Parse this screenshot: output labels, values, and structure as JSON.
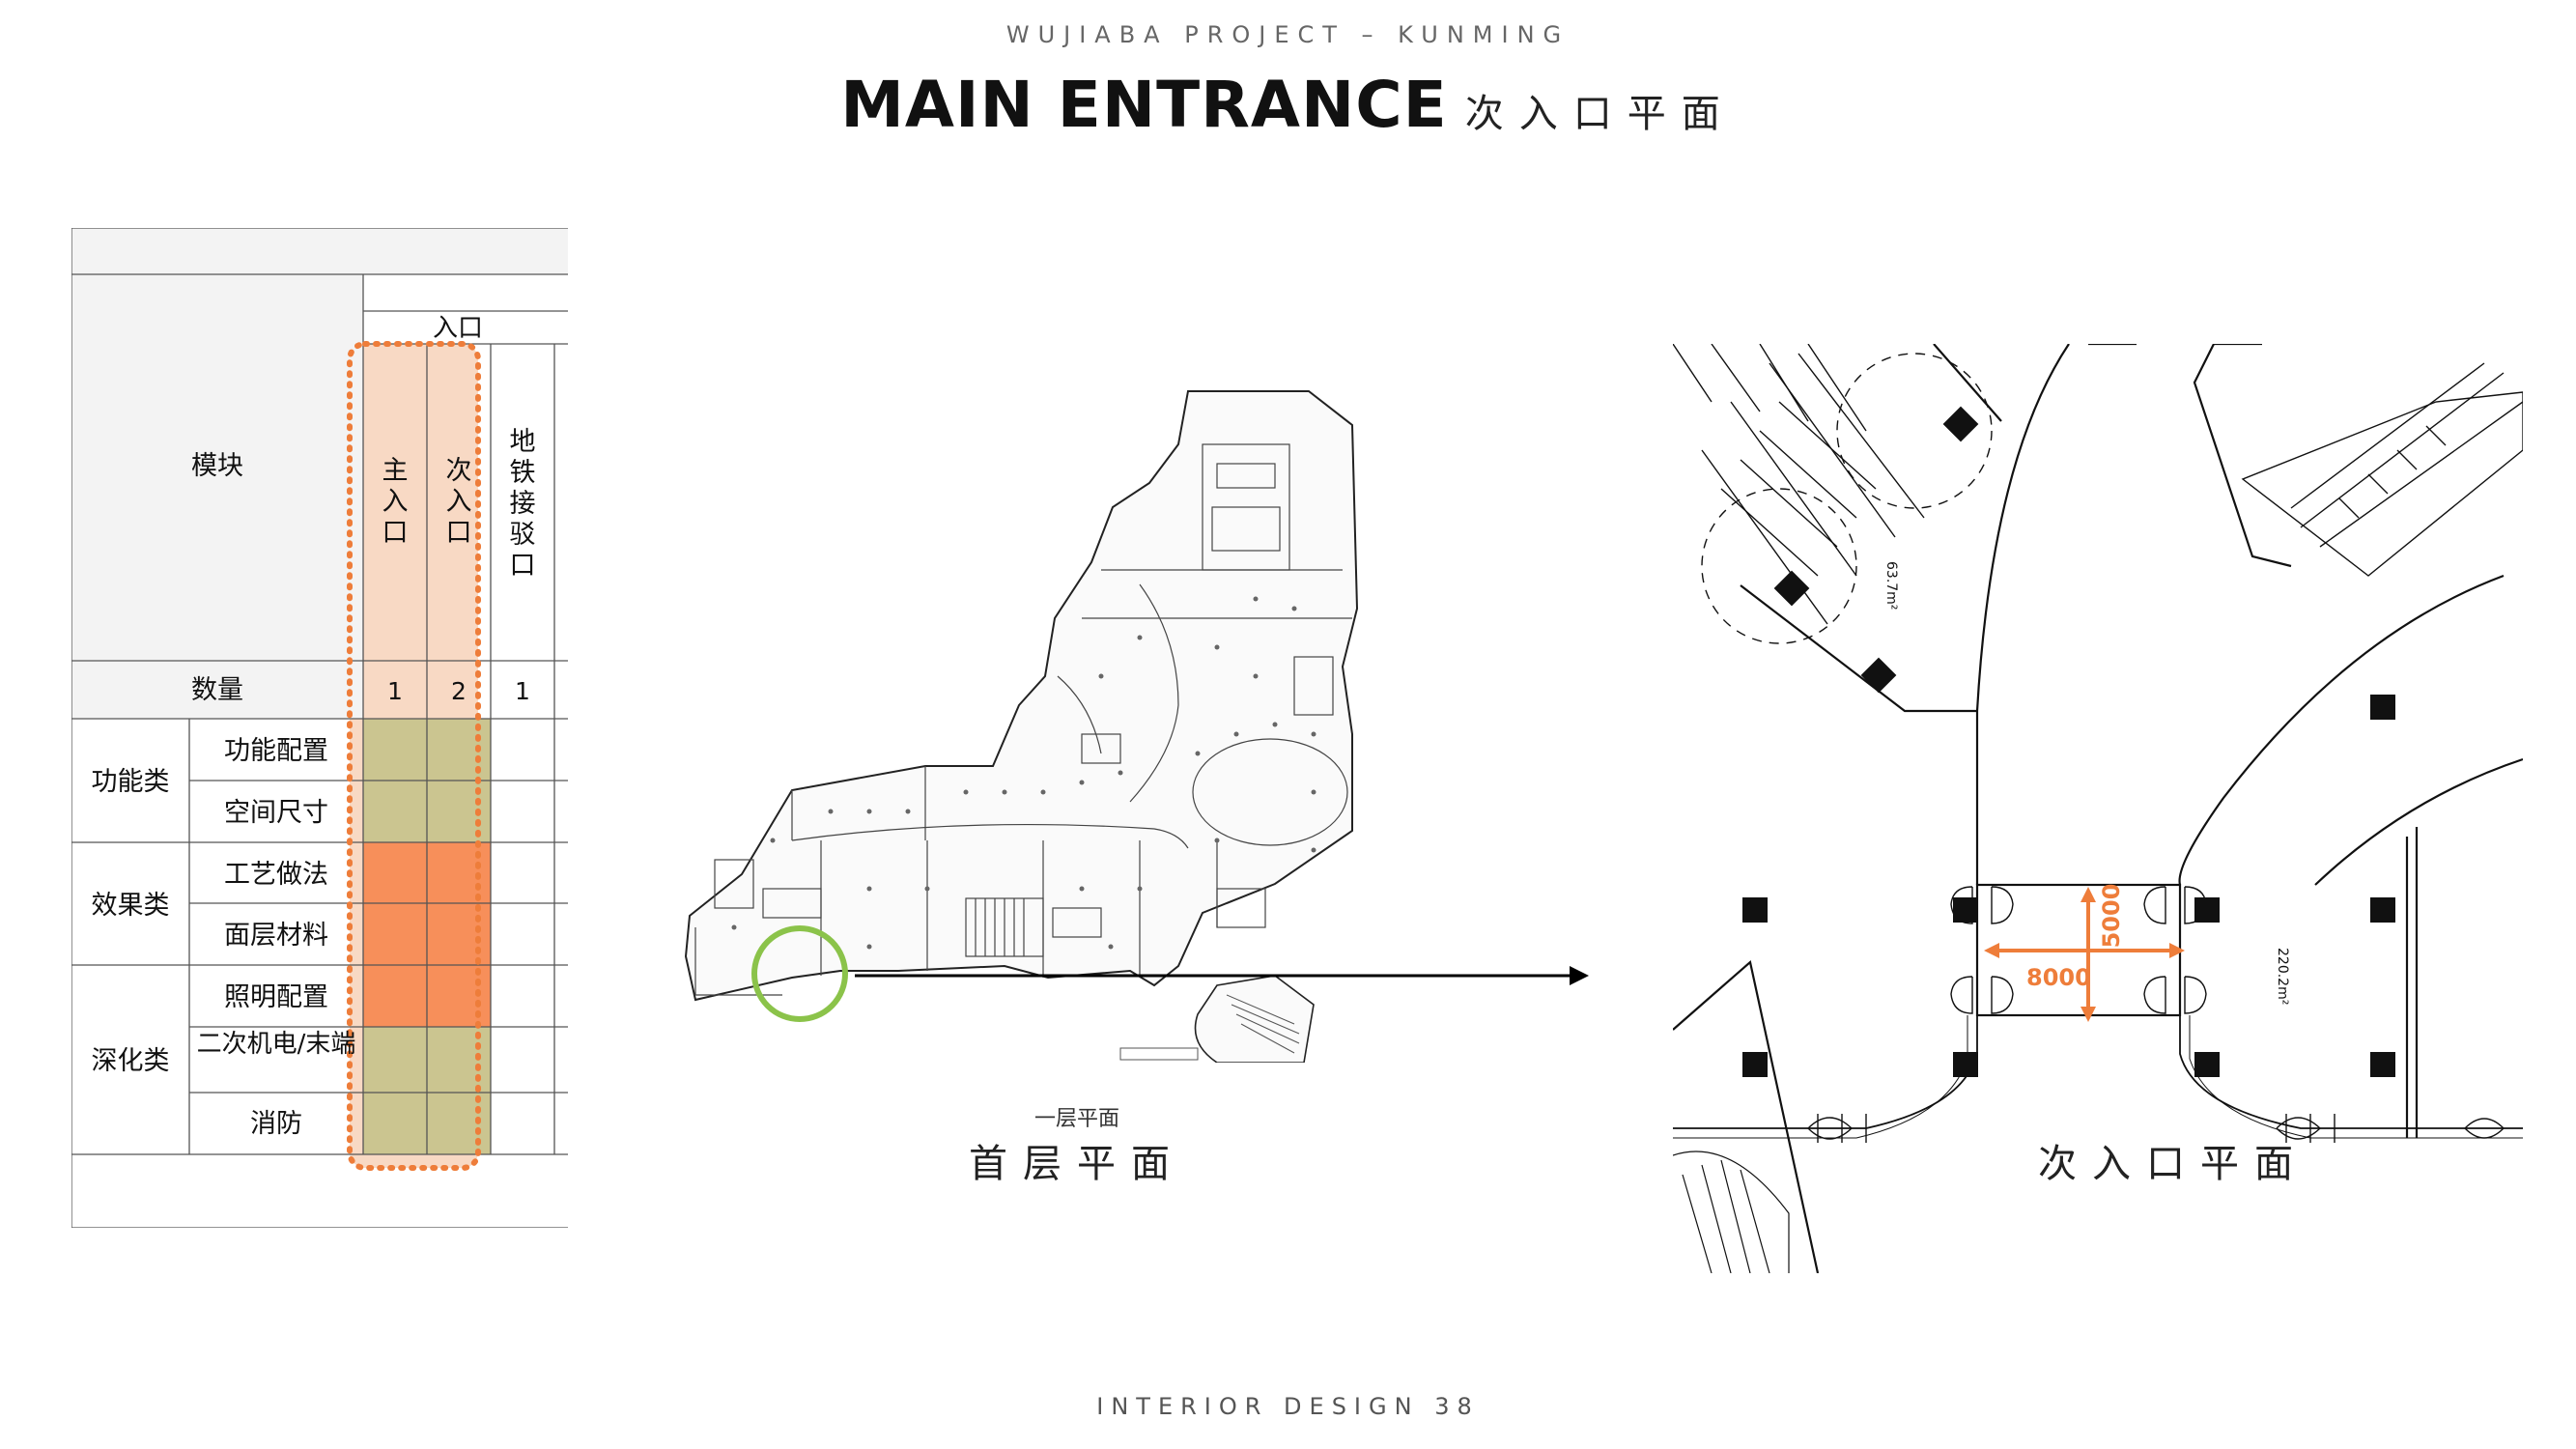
{
  "header": {
    "project": "WUJIABA PROJECT – KUNMING",
    "title": "MAIN ENTRANCE",
    "title_cn": "次入口平面"
  },
  "table": {
    "group_header": "入口",
    "module_label": "模块",
    "columns": [
      "主入口",
      "次入口",
      "地铁接驳口"
    ],
    "quantity_label": "数量",
    "quantities": [
      "1",
      "2",
      "1"
    ],
    "categories": [
      {
        "name": "功能类",
        "rows": [
          "功能配置",
          "空间尺寸"
        ]
      },
      {
        "name": "效果类",
        "rows": [
          "工艺做法",
          "面层材料"
        ]
      },
      {
        "name": "深化类",
        "rows": [
          "照明配置",
          "二次机电/末端",
          "消防"
        ]
      }
    ],
    "colors": {
      "olive": "#cbc590",
      "orange": "#f78f5a",
      "highlight_fill": "#f8d9c4",
      "highlight_border": "#ee7d3a"
    }
  },
  "plan1": {
    "caption_small": "一层平面",
    "caption": "首层平面",
    "marker_color": "#8bc34a"
  },
  "plan2": {
    "caption": "次入口平面",
    "dim_width": "8000",
    "dim_depth": "5000",
    "area_left": "63.7m²",
    "area_right": "220.2m²",
    "dim_color": "#ee7d3a"
  },
  "footer": {
    "text": "INTERIOR DESIGN 38"
  }
}
